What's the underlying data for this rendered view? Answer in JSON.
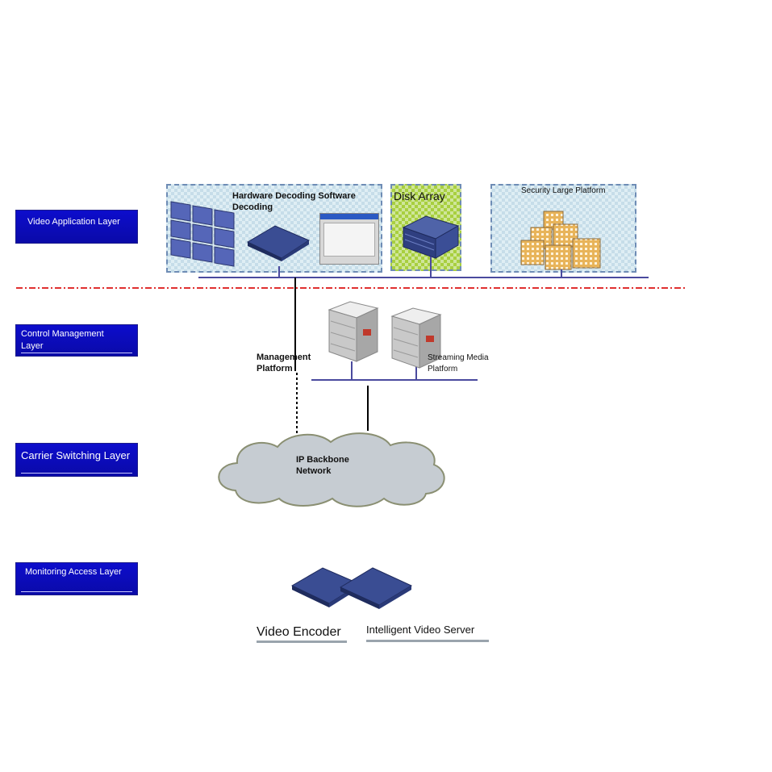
{
  "layers": [
    {
      "label": "Video Application Layer"
    },
    {
      "label": "Control Management Layer"
    },
    {
      "label": "Carrier Switching Layer"
    },
    {
      "label": "Monitoring Access Layer"
    }
  ],
  "application": {
    "decoding_label": "Hardware Decoding Software Decoding",
    "disk_array_label": "Disk Array",
    "security_label": "Security Large Platform"
  },
  "control": {
    "management_label": "Management Platform",
    "streaming_label": "Streaming Media Platform"
  },
  "carrier": {
    "network_label": "IP Backbone Network"
  },
  "access": {
    "encoder_label": "Video Encoder",
    "server_label": "Intelligent Video Server"
  },
  "colors": {
    "layer_box": "#0a0aa8",
    "divider": "#e03030",
    "bus_line": "#4a4a9e",
    "device": "#2c3e7a"
  }
}
